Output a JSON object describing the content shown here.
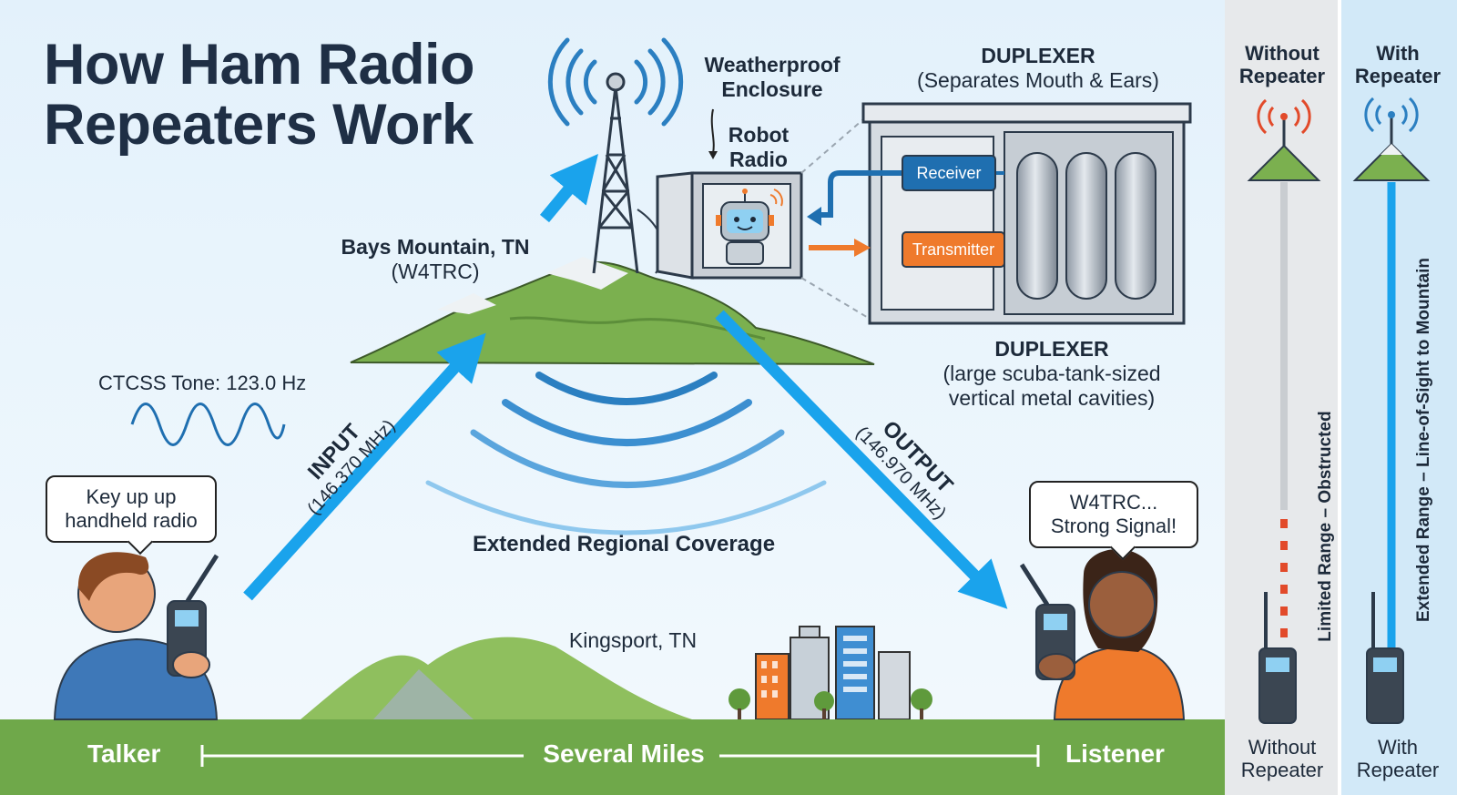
{
  "title_line1": "How Ham Radio",
  "title_line2": "Repeaters Work",
  "site": {
    "name": "Bays Mountain, TN",
    "callsign": "(W4TRC)"
  },
  "enclosure": {
    "line1": "Weatherproof",
    "line2": "Enclosure"
  },
  "robot": {
    "line1": "Robot",
    "line2": "Radio"
  },
  "duplexer_top": {
    "title": "DUPLEXER",
    "subtitle": "(Separates Mouth & Ears)"
  },
  "duplexer_bottom": {
    "title": "DUPLEXER",
    "line1": "(large scuba-tank-sized",
    "line2": "vertical metal cavities)"
  },
  "receiver_label": "Receiver",
  "transmitter_label": "Transmitter",
  "ctcss": "CTCSS Tone: 123.0 Hz",
  "input": {
    "label": "INPUT",
    "freq": "(146.370 MHz)"
  },
  "output": {
    "label": "OUTPUT",
    "freq": "(146.970 MHz)"
  },
  "coverage": "Extended Regional Coverage",
  "talker_bubble": {
    "line1": "Key up up",
    "line2": "handheld radio"
  },
  "listener_bubble": {
    "line1": "W4TRC...",
    "line2": "Strong Signal!"
  },
  "town": "Kingsport, TN",
  "ground": {
    "left": "Talker",
    "middle": "Several Miles",
    "right": "Listener"
  },
  "side_without": {
    "line1": "Without",
    "line2": "Repeater",
    "range": "Limited Range – Obstructed"
  },
  "side_with": {
    "line1": "With",
    "line2": "Repeater",
    "range": "Extended Range – Line-of-Sight to Mountain"
  },
  "colors": {
    "sky": "#e3f1fb",
    "arrow": "#1aa3ec",
    "ground": "#6fa84a",
    "mountain": "#7bb04f",
    "receiver": "#1f6fb0",
    "transmitter": "#ef7a2c",
    "wave": "#2b7fc1",
    "without_wave": "#e24a2a"
  }
}
